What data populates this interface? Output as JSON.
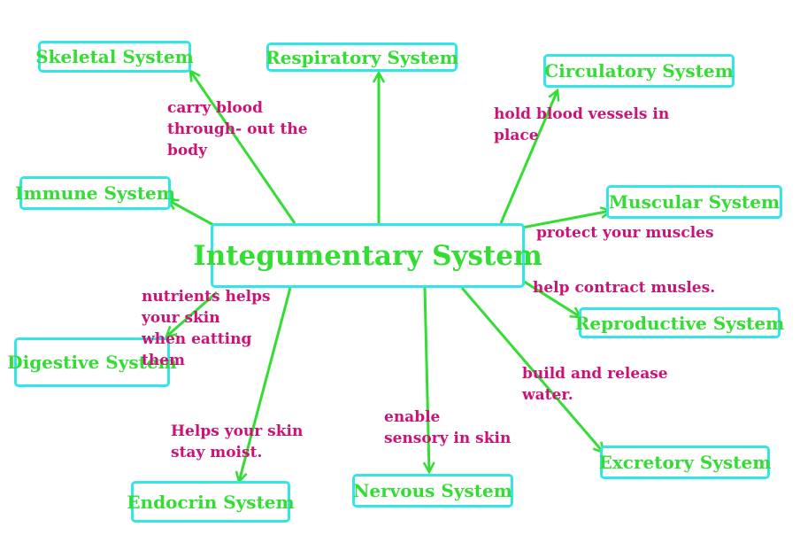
{
  "colors": {
    "node_border": "#33e6e6",
    "node_text": "#33dd33",
    "arrow": "#33dd33",
    "note_text": "#cc1177",
    "background": "#ffffff"
  },
  "center": {
    "label": "Integumentary System"
  },
  "nodes": [
    {
      "id": "skeletal",
      "label": "Skeletal System"
    },
    {
      "id": "respiratory",
      "label": "Respiratory System"
    },
    {
      "id": "circulatory",
      "label": "Circulatory System"
    },
    {
      "id": "immune",
      "label": "Immune System"
    },
    {
      "id": "muscular",
      "label": "Muscular System"
    },
    {
      "id": "reproductive",
      "label": "Reproductive System"
    },
    {
      "id": "digestive",
      "label": "Digestive System"
    },
    {
      "id": "excretory",
      "label": "Excretory System"
    },
    {
      "id": "endocrin",
      "label": "Endocrin System"
    },
    {
      "id": "nervous",
      "label": "Nervous System"
    }
  ],
  "notes": [
    {
      "id": "skeletal",
      "text": "carry blood\nthrough- out the\nbody"
    },
    {
      "id": "circulatory",
      "text": "hold blood vessels in\nplace"
    },
    {
      "id": "muscular",
      "text": "protect your muscles"
    },
    {
      "id": "reproductive",
      "text": "help contract musles."
    },
    {
      "id": "digestive",
      "text": "nutrients helps\nyour skin\nwhen eatting\nthem"
    },
    {
      "id": "excretory",
      "text": "build and release\nwater."
    },
    {
      "id": "nervous",
      "text": "enable\nsensory in skin"
    },
    {
      "id": "endocrin",
      "text": "Helps your skin\nstay moist."
    }
  ]
}
